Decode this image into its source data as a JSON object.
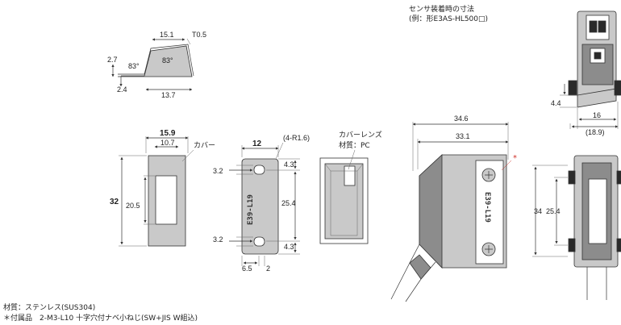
{
  "header": {
    "line1": "センサ装着時の寸法",
    "line2": "(例：形E3AS-HL500□)"
  },
  "top_bend_view": {
    "dim_top": "15.1",
    "dim_t": "T0.5",
    "dim_height": "2.7",
    "angle_left": "83°",
    "angle_right": "83°",
    "dim_step": "2.4",
    "dim_bottom": "13.7"
  },
  "cover_view": {
    "label": "カバー",
    "dim_outer_width": "15.9",
    "dim_window_width": "10.7",
    "dim_height": "32",
    "dim_window_height": "20.5"
  },
  "bracket_view": {
    "dim_width": "12",
    "dim_radius": "(4-R1.6)",
    "dim_top_hole": "3.2",
    "dim_top_edge": "4.3",
    "dim_center": "25.4",
    "dim_bottom_hole": "3.2",
    "dim_bottom_edge": "4.3",
    "dim_offset": "6.5",
    "dim_slot": "2",
    "marking": "E39-L19"
  },
  "lens_view": {
    "label1": "カバーレンズ",
    "label2": "材質：PC"
  },
  "sensor_front_view": {
    "dim_overall": "34.6",
    "dim_body": "33.1",
    "star": "*",
    "marking": "E39-L19"
  },
  "sensor_side_view": {
    "dim_height": "34",
    "dim_pitch": "25.4"
  },
  "sensor_top_view": {
    "dim_gap": "4.4",
    "dim_width": "16",
    "dim_width_total": "(18.9)"
  },
  "notes": {
    "material": "材質：ステンレス(SUS304)",
    "accessory": "＊付属品　2-M3-L10 十字穴付ナベ小ねじ(SW+JIS W組込)"
  }
}
